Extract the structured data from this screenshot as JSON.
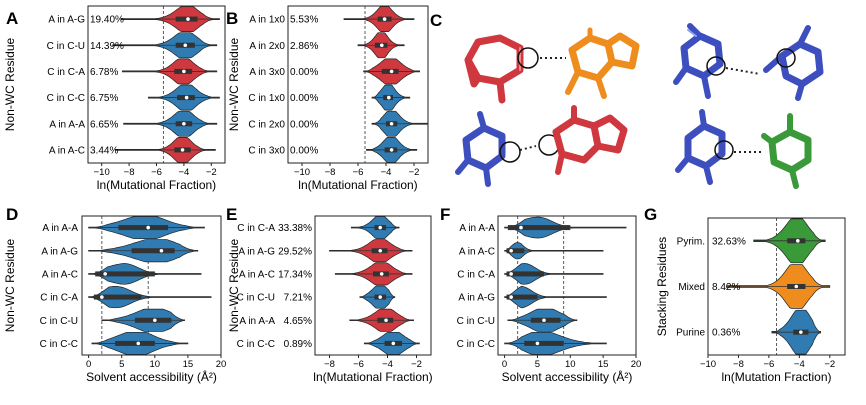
{
  "colors": {
    "red": "#d0383f",
    "blue": "#2f7bb2",
    "orange": "#ee8c1e",
    "green": "#3a9a3a",
    "navy": "#3d4fbf"
  },
  "chart_data": [
    {
      "panel": "A",
      "type": "violin",
      "ylabel": "Non-WC Residue",
      "xlabel": "ln(Mutational Fraction)",
      "xlim": [
        -11,
        -1
      ],
      "xticks": [
        -10,
        -8,
        -6,
        -4,
        -2
      ],
      "ref_line": -5.5,
      "rows": [
        {
          "label": "A in A-G",
          "pct": "19.40%",
          "color": "red",
          "median": -3.7,
          "q1": -4.6,
          "q3": -3.0,
          "min": -8.6,
          "max": -1.4,
          "spread": 0.9
        },
        {
          "label": "C in C-U",
          "pct": "14.39%",
          "color": "blue",
          "median": -3.9,
          "q1": -4.6,
          "q3": -3.2,
          "min": -9.2,
          "max": -1.6,
          "spread": 0.9
        },
        {
          "label": "C in C-A",
          "pct": "6.78%",
          "color": "red",
          "median": -4.0,
          "q1": -4.7,
          "q3": -3.4,
          "min": -8.5,
          "max": -1.6,
          "spread": 0.8
        },
        {
          "label": "C in C-C",
          "pct": "6.75%",
          "color": "blue",
          "median": -3.8,
          "q1": -4.5,
          "q3": -3.2,
          "min": -6.6,
          "max": -1.4,
          "spread": 0.8
        },
        {
          "label": "A in A-A",
          "pct": "6.65%",
          "color": "blue",
          "median": -4.0,
          "q1": -4.6,
          "q3": -3.4,
          "min": -8.4,
          "max": -1.6,
          "spread": 0.8
        },
        {
          "label": "A in A-C",
          "pct": "3.44%",
          "color": "red",
          "median": -4.1,
          "q1": -4.7,
          "q3": -3.5,
          "min": -9.0,
          "max": -1.7,
          "spread": 0.7
        }
      ]
    },
    {
      "panel": "B",
      "type": "violin",
      "ylabel": "Non-WC Residue",
      "xlabel": "ln(Mutational Fraction)",
      "xlim": [
        -11,
        -1
      ],
      "xticks": [
        -10,
        -8,
        -6,
        -4,
        -2
      ],
      "ref_line": -5.5,
      "rows": [
        {
          "label": "A in 1x0",
          "pct": "5.53%",
          "color": "red",
          "median": -4.1,
          "q1": -4.6,
          "q3": -3.6,
          "min": -7.0,
          "max": -2.0,
          "spread": 0.6
        },
        {
          "label": "A in 2x0",
          "pct": "2.86%",
          "color": "red",
          "median": -4.3,
          "q1": -4.8,
          "q3": -3.9,
          "min": -6.0,
          "max": -2.7,
          "spread": 0.5
        },
        {
          "label": "A in 3x0",
          "pct": "0.00%",
          "color": "red",
          "median": -3.6,
          "q1": -4.3,
          "q3": -3.1,
          "min": -5.6,
          "max": -1.6,
          "spread": 0.8
        },
        {
          "label": "C in 1x0",
          "pct": "0.00%",
          "color": "blue",
          "median": -3.8,
          "q1": -4.2,
          "q3": -3.5,
          "min": -5.0,
          "max": -2.3,
          "spread": 0.5
        },
        {
          "label": "C in 2x0",
          "pct": "0.00%",
          "color": "blue",
          "median": -3.6,
          "q1": -4.0,
          "q3": -3.2,
          "min": -5.0,
          "max": -1.0,
          "spread": 0.6
        },
        {
          "label": "C in 3x0",
          "pct": "0.00%",
          "color": "blue",
          "median": -3.6,
          "q1": -4.1,
          "q3": -3.2,
          "min": -5.4,
          "max": -1.8,
          "spread": 0.6
        }
      ]
    },
    {
      "panel": "D",
      "type": "violin",
      "ylabel": "Non-WC Residue",
      "xlabel": "Solvent accessibility (Å²)",
      "xlim": [
        -1,
        20
      ],
      "xticks": [
        0,
        5,
        10,
        15,
        20
      ],
      "ref_lines": [
        2,
        9
      ],
      "rows": [
        {
          "label": "A in A-A",
          "color": "blue",
          "median": 9.0,
          "q1": 4.5,
          "q3": 12.0,
          "min": 0.0,
          "max": 17.5,
          "spread": 3.5
        },
        {
          "label": "A in A-G",
          "color": "blue",
          "median": 11.0,
          "q1": 6.5,
          "q3": 13.0,
          "min": 0.0,
          "max": 16.5,
          "spread": 3.5
        },
        {
          "label": "A in A-C",
          "color": "blue",
          "median": 2.5,
          "q1": 1.0,
          "q3": 10.0,
          "min": 0.0,
          "max": 17.0,
          "spread": 2.0
        },
        {
          "label": "C in C-A",
          "color": "blue",
          "median": 2.0,
          "q1": 0.8,
          "q3": 8.0,
          "min": 0.0,
          "max": 18.5,
          "spread": 2.0
        },
        {
          "label": "C in C-U",
          "color": "blue",
          "median": 10.0,
          "q1": 7.0,
          "q3": 12.5,
          "min": 2.0,
          "max": 14.5,
          "spread": 3.0
        },
        {
          "label": "C in C-C",
          "color": "blue",
          "median": 7.5,
          "q1": 4.0,
          "q3": 10.0,
          "min": 0.5,
          "max": 15.0,
          "spread": 3.0
        }
      ]
    },
    {
      "panel": "E",
      "type": "violin",
      "ylabel": "Non-WC Residue",
      "xlabel": "ln(Mutational Fraction)",
      "xlim": [
        -9,
        -1
      ],
      "xticks": [
        -8,
        -6,
        -4,
        -2
      ],
      "ref_line": null,
      "rows": [
        {
          "label": "C in C-A",
          "pct": "33.38%",
          "color": "blue",
          "median": -4.5,
          "q1": -4.9,
          "q3": -4.1,
          "min": -6.5,
          "max": -3.2,
          "spread": 0.6
        },
        {
          "label": "A in A-G",
          "pct": "29.52%",
          "color": "red",
          "median": -4.5,
          "q1": -5.1,
          "q3": -4.0,
          "min": -8.0,
          "max": -2.3,
          "spread": 0.8
        },
        {
          "label": "A in A-C",
          "pct": "17.34%",
          "color": "red",
          "median": -4.4,
          "q1": -5.0,
          "q3": -3.9,
          "min": -7.6,
          "max": -2.3,
          "spread": 0.8
        },
        {
          "label": "C in C-U",
          "pct": "7.21%",
          "color": "blue",
          "median": -4.5,
          "q1": -4.9,
          "q3": -4.1,
          "min": -5.9,
          "max": -3.5,
          "spread": 0.6
        },
        {
          "label": "A in A-A",
          "pct": "4.65%",
          "color": "red",
          "median": -4.1,
          "q1": -4.7,
          "q3": -3.6,
          "min": -6.6,
          "max": -2.2,
          "spread": 0.8
        },
        {
          "label": "C in C-C",
          "pct": "0.89%",
          "color": "blue",
          "median": -3.6,
          "q1": -4.2,
          "q3": -3.0,
          "min": -5.6,
          "max": -1.8,
          "spread": 0.8
        }
      ]
    },
    {
      "panel": "F",
      "type": "violin",
      "ylabel": "",
      "xlabel": "Solvent accessibility (Å²)",
      "xlim": [
        -1,
        20
      ],
      "xticks": [
        0,
        5,
        10,
        15,
        20
      ],
      "ref_lines": [
        2,
        9
      ],
      "rows": [
        {
          "label": "A in A-A",
          "color": "blue",
          "median": 2.5,
          "q1": 0.5,
          "q3": 10.0,
          "min": 0.0,
          "max": 18.5,
          "spread": 2.0
        },
        {
          "label": "A in A-C",
          "color": "blue",
          "median": 1.0,
          "q1": 0.3,
          "q3": 3.0,
          "min": 0.0,
          "max": 15.0,
          "spread": 1.0
        },
        {
          "label": "C in C-A",
          "color": "blue",
          "median": 1.0,
          "q1": 0.3,
          "q3": 6.0,
          "min": 0.0,
          "max": 15.0,
          "spread": 1.5
        },
        {
          "label": "A in A-G",
          "color": "blue",
          "median": 1.0,
          "q1": 0.3,
          "q3": 5.0,
          "min": 0.0,
          "max": 15.5,
          "spread": 1.5
        },
        {
          "label": "C in C-U",
          "color": "blue",
          "median": 6.0,
          "q1": 4.0,
          "q3": 8.5,
          "min": 0.5,
          "max": 11.0,
          "spread": 2.5
        },
        {
          "label": "C in C-C",
          "color": "blue",
          "median": 5.0,
          "q1": 3.0,
          "q3": 9.0,
          "min": 0.0,
          "max": 15.5,
          "spread": 3.0
        }
      ]
    },
    {
      "panel": "G",
      "type": "violin",
      "ylabel": "Stacking Residues",
      "xlabel": "ln(Mutation Fraction)",
      "xlim": [
        -10,
        -1
      ],
      "xticks": [
        -10,
        -8,
        -6,
        -4,
        -2
      ],
      "ref_line": -5.5,
      "rows": [
        {
          "label": "Pyrim.",
          "pct": "32.63%",
          "color": "green",
          "median": -4.1,
          "q1": -4.8,
          "q3": -3.6,
          "min": -7.0,
          "max": -2.3,
          "spread": 0.8
        },
        {
          "label": "Mixed",
          "pct": "8.42%",
          "color": "orange",
          "median": -4.2,
          "q1": -4.8,
          "q3": -3.6,
          "min": -8.8,
          "max": -2.0,
          "spread": 0.8
        },
        {
          "label": "Purine",
          "pct": "0.36%",
          "color": "blue",
          "median": -3.9,
          "q1": -4.4,
          "q3": -3.4,
          "min": -5.8,
          "max": -2.6,
          "spread": 0.7
        }
      ]
    }
  ],
  "panel_c": {
    "letter": "C"
  }
}
